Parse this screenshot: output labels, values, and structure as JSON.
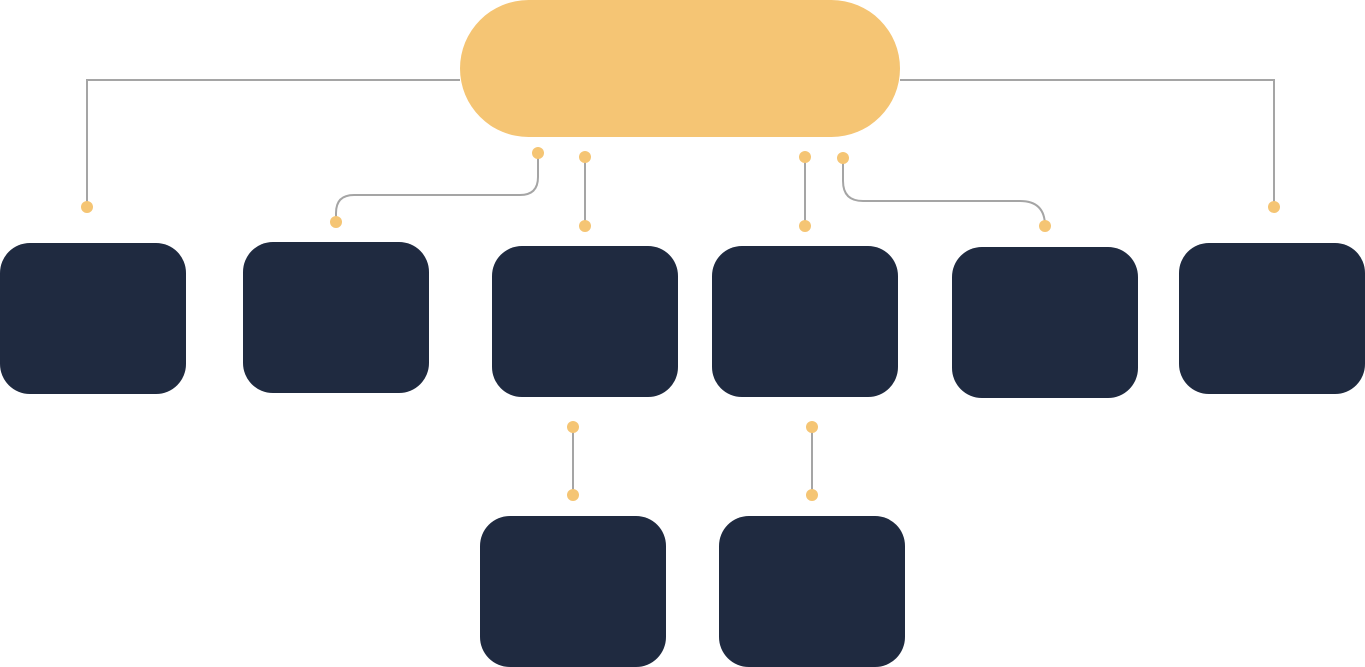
{
  "diagram": {
    "type": "org-chart",
    "colors": {
      "background": "#ffffff",
      "root_node": "#F5C574",
      "child_node": "#1F2A40",
      "connector": "#A5A5A5",
      "endpoint_dot": "#F5C574"
    },
    "root": {
      "label": "",
      "shape": "pill"
    },
    "children": [
      {
        "label": "",
        "shape": "rounded-rect"
      },
      {
        "label": "",
        "shape": "rounded-rect"
      },
      {
        "label": "",
        "shape": "rounded-rect"
      },
      {
        "label": "",
        "shape": "rounded-rect"
      },
      {
        "label": "",
        "shape": "rounded-rect"
      },
      {
        "label": "",
        "shape": "rounded-rect"
      }
    ],
    "grandchildren": [
      {
        "label": "",
        "parent": "child-3",
        "shape": "rounded-rect"
      },
      {
        "label": "",
        "parent": "child-4",
        "shape": "rounded-rect"
      }
    ]
  }
}
